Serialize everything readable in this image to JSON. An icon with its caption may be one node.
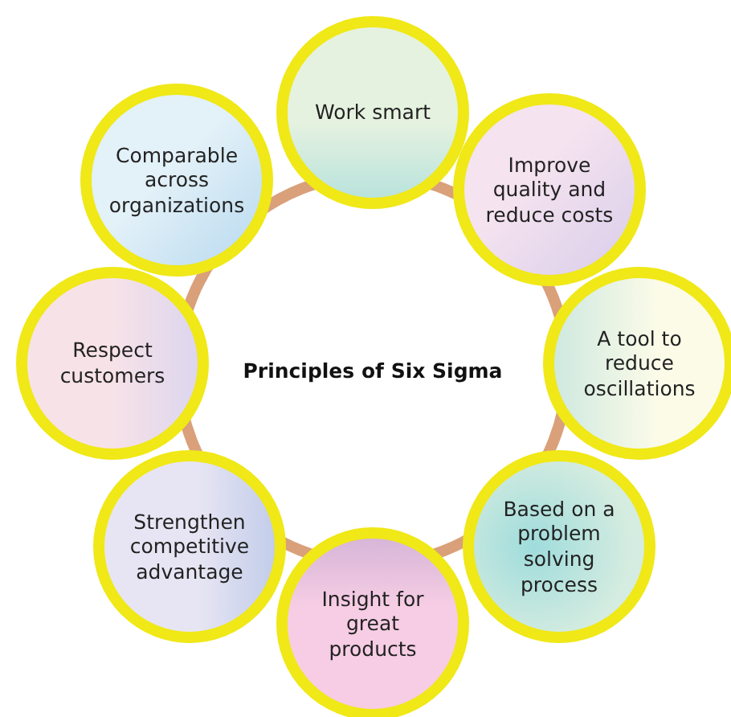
{
  "diagram": {
    "nodes": [
      {
        "text": [
          "Principles of Six Sigma"
        ]
      },
      {
        "text": [
          "Work smart"
        ]
      },
      {
        "text": [
          "Improve quality and reduce costs"
        ]
      },
      {
        "text": [
          "A tool to reduce oscillations"
        ]
      },
      {
        "text": [
          "Based on a problem solving process"
        ]
      },
      {
        "text": [
          "Insight for great products"
        ]
      },
      {
        "text": [
          "Strengthen competitive advantage"
        ]
      },
      {
        "text": [
          "Respect customers"
        ]
      },
      {
        "text": [
          "Comparable across organizations"
        ]
      }
    ]
  }
}
